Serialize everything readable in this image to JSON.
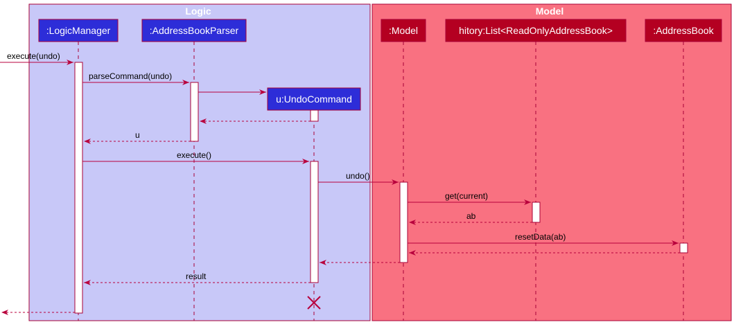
{
  "groups": {
    "logic": {
      "title": "Logic",
      "color": "#C8C8F8"
    },
    "model": {
      "title": "Model",
      "color": "#F97181"
    }
  },
  "participants": {
    "logic_manager": ":LogicManager",
    "parser": ":AddressBookParser",
    "undo_command": "u:UndoCommand",
    "model": ":Model",
    "history": "hitory:List<ReadOnlyAddressBook>",
    "address_book": ":AddressBook"
  },
  "messages": {
    "execute_undo": "execute(undo)",
    "parse_command": "parseCommand(undo)",
    "return_u": "u",
    "execute": "execute()",
    "undo": "undo()",
    "get_current": "get(current)",
    "return_ab": "ab",
    "reset_data": "resetData(ab)",
    "return_result": "result"
  },
  "colors": {
    "logic_participant": "#2D2DD8",
    "model_participant": "#B40021",
    "arrow": "#B8003C",
    "border": "#A80036"
  }
}
